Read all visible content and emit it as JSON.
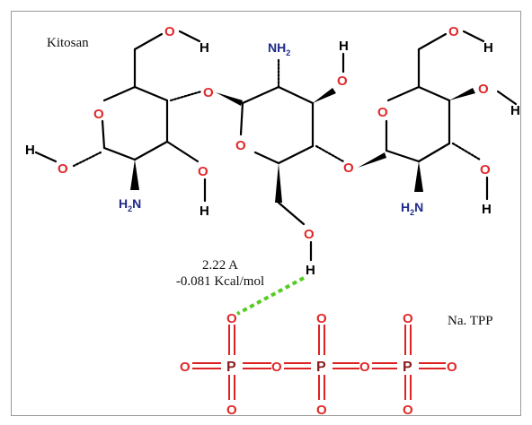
{
  "labels": {
    "chitosan": "Kitosan",
    "tpp": "Na. TPP",
    "distance": "2.22 A",
    "energy": "-0.081 Kcal/mol"
  },
  "atoms": {
    "oxygen": "O",
    "hydrogen": "H",
    "nitrogen": "N",
    "phosphorus": "P",
    "subscript_two": "2"
  },
  "colors": {
    "oxygen": "#e0282a",
    "nitrogen": "#1f2a8a",
    "phosphorus": "#8a1a1a",
    "hydrogen_bond": "#55cc22",
    "bond": "#000000"
  }
}
